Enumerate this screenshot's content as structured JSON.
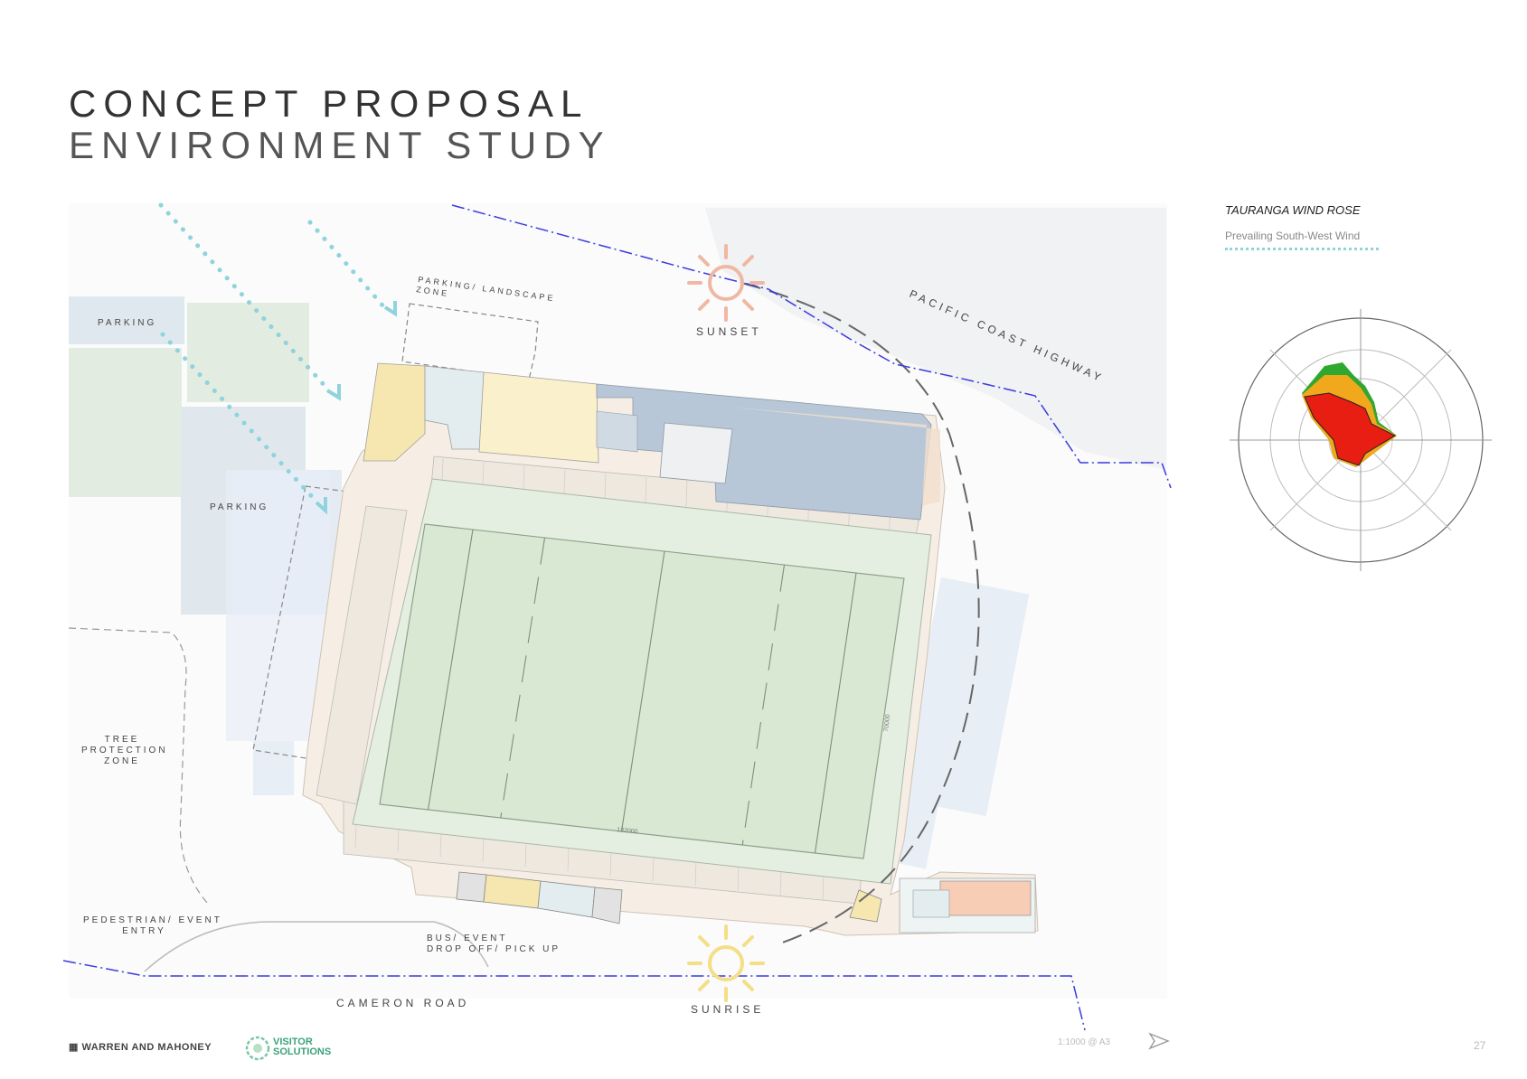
{
  "title": {
    "line1": "CONCEPT PROPOSAL",
    "line2": "ENVIRONMENT STUDY"
  },
  "labels": {
    "parking_top": "PARKING",
    "parking_mid": "PARKING",
    "parking_landscape_1": "PARKING/ LANDSCAPE",
    "parking_landscape_2": "ZONE",
    "sunset": "SUNSET",
    "sunrise": "SUNRISE",
    "pacific_highway": "PACIFIC COAST HIGHWAY",
    "tree_zone_1": "TREE",
    "tree_zone_2": "PROTECTION",
    "tree_zone_3": "ZONE",
    "ped_entry_1": "PEDESTRIAN/ EVENT",
    "ped_entry_2": "ENTRY",
    "bus_1": "BUS/ EVENT",
    "bus_2": "DROP OFF/ PICK UP",
    "cameron_road": "CAMERON ROAD",
    "dim_width": "132000",
    "dim_height": "70000"
  },
  "wind_rose": {
    "title": "TAURANGA WIND ROSE",
    "subtitle": "Prevailing South-West Wind",
    "colors": {
      "outer": "#2fa82f",
      "mid": "#f2a81d",
      "inner": "#e81e12"
    }
  },
  "footer": {
    "brand": "WARREN AND MAHONEY",
    "partner_line1": "VISITOR",
    "partner_line2": "SOLUTIONS",
    "scale": "1:1000 @ A3",
    "page": "27"
  },
  "colors": {
    "pitch": "#dcebd8",
    "stand": "#f5ece2",
    "blue_block": "#b7c7d8",
    "yellow_block": "#f6e7b0",
    "orange_block": "#f7cdb5",
    "boundary_line": "#3b3be0",
    "wind_dots": "#8fd3dc"
  }
}
